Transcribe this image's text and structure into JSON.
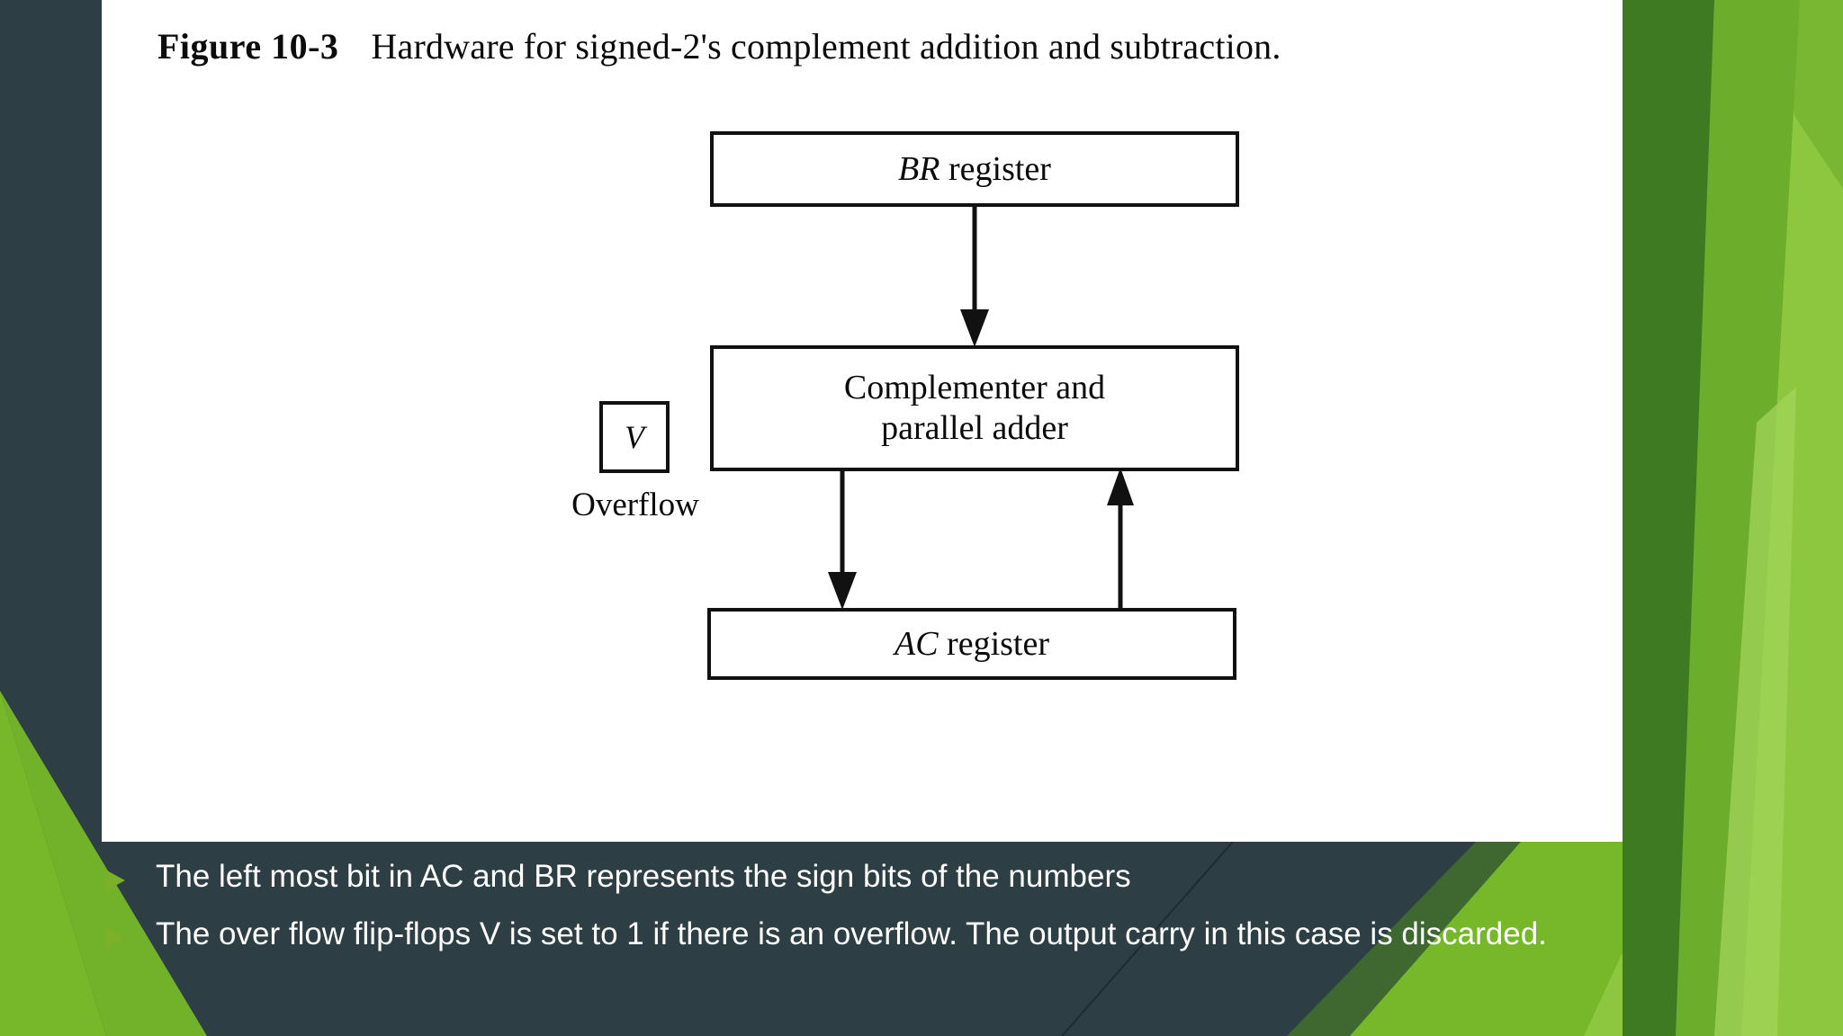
{
  "slide": {
    "background_color": "#2D3E44",
    "accent_green": "#7CB029",
    "panel_background": "#FFFFFF"
  },
  "figure": {
    "label": "Figure 10-3",
    "caption": "Hardware for signed-2's complement addition and subtraction.",
    "diagram": {
      "type": "block-diagram",
      "boxes": [
        {
          "id": "br",
          "abbr": "BR",
          "label": "register",
          "full_text": "BR register"
        },
        {
          "id": "adder",
          "line1": "Complementer and",
          "line2": "parallel adder",
          "full_text": "Complementer and parallel adder"
        },
        {
          "id": "ac",
          "abbr": "AC",
          "label": "register",
          "full_text": "AC register"
        },
        {
          "id": "v",
          "abbr": "V",
          "full_text": "V"
        }
      ],
      "overflow_label": "Overflow",
      "connections": [
        {
          "from": "br",
          "to": "adder",
          "direction": "down"
        },
        {
          "from": "adder",
          "to": "ac",
          "direction": "down"
        },
        {
          "from": "ac",
          "to": "adder",
          "direction": "up"
        }
      ]
    }
  },
  "bullets": [
    {
      "marker": "triangle-right-icon",
      "text": "The left most bit in AC and BR  represents the sign bits of the numbers"
    },
    {
      "marker": "triangle-right-icon",
      "text": "The over flow flip-flops V  is set to 1 if there is an overflow. The output carry in this case is discarded."
    }
  ],
  "decor": {
    "greens": [
      "#3D7A22",
      "#4E8B23",
      "#6DAD2C",
      "#8DC63F",
      "#A2D45A",
      "#76B82A"
    ],
    "dark": "#2D3E44"
  }
}
